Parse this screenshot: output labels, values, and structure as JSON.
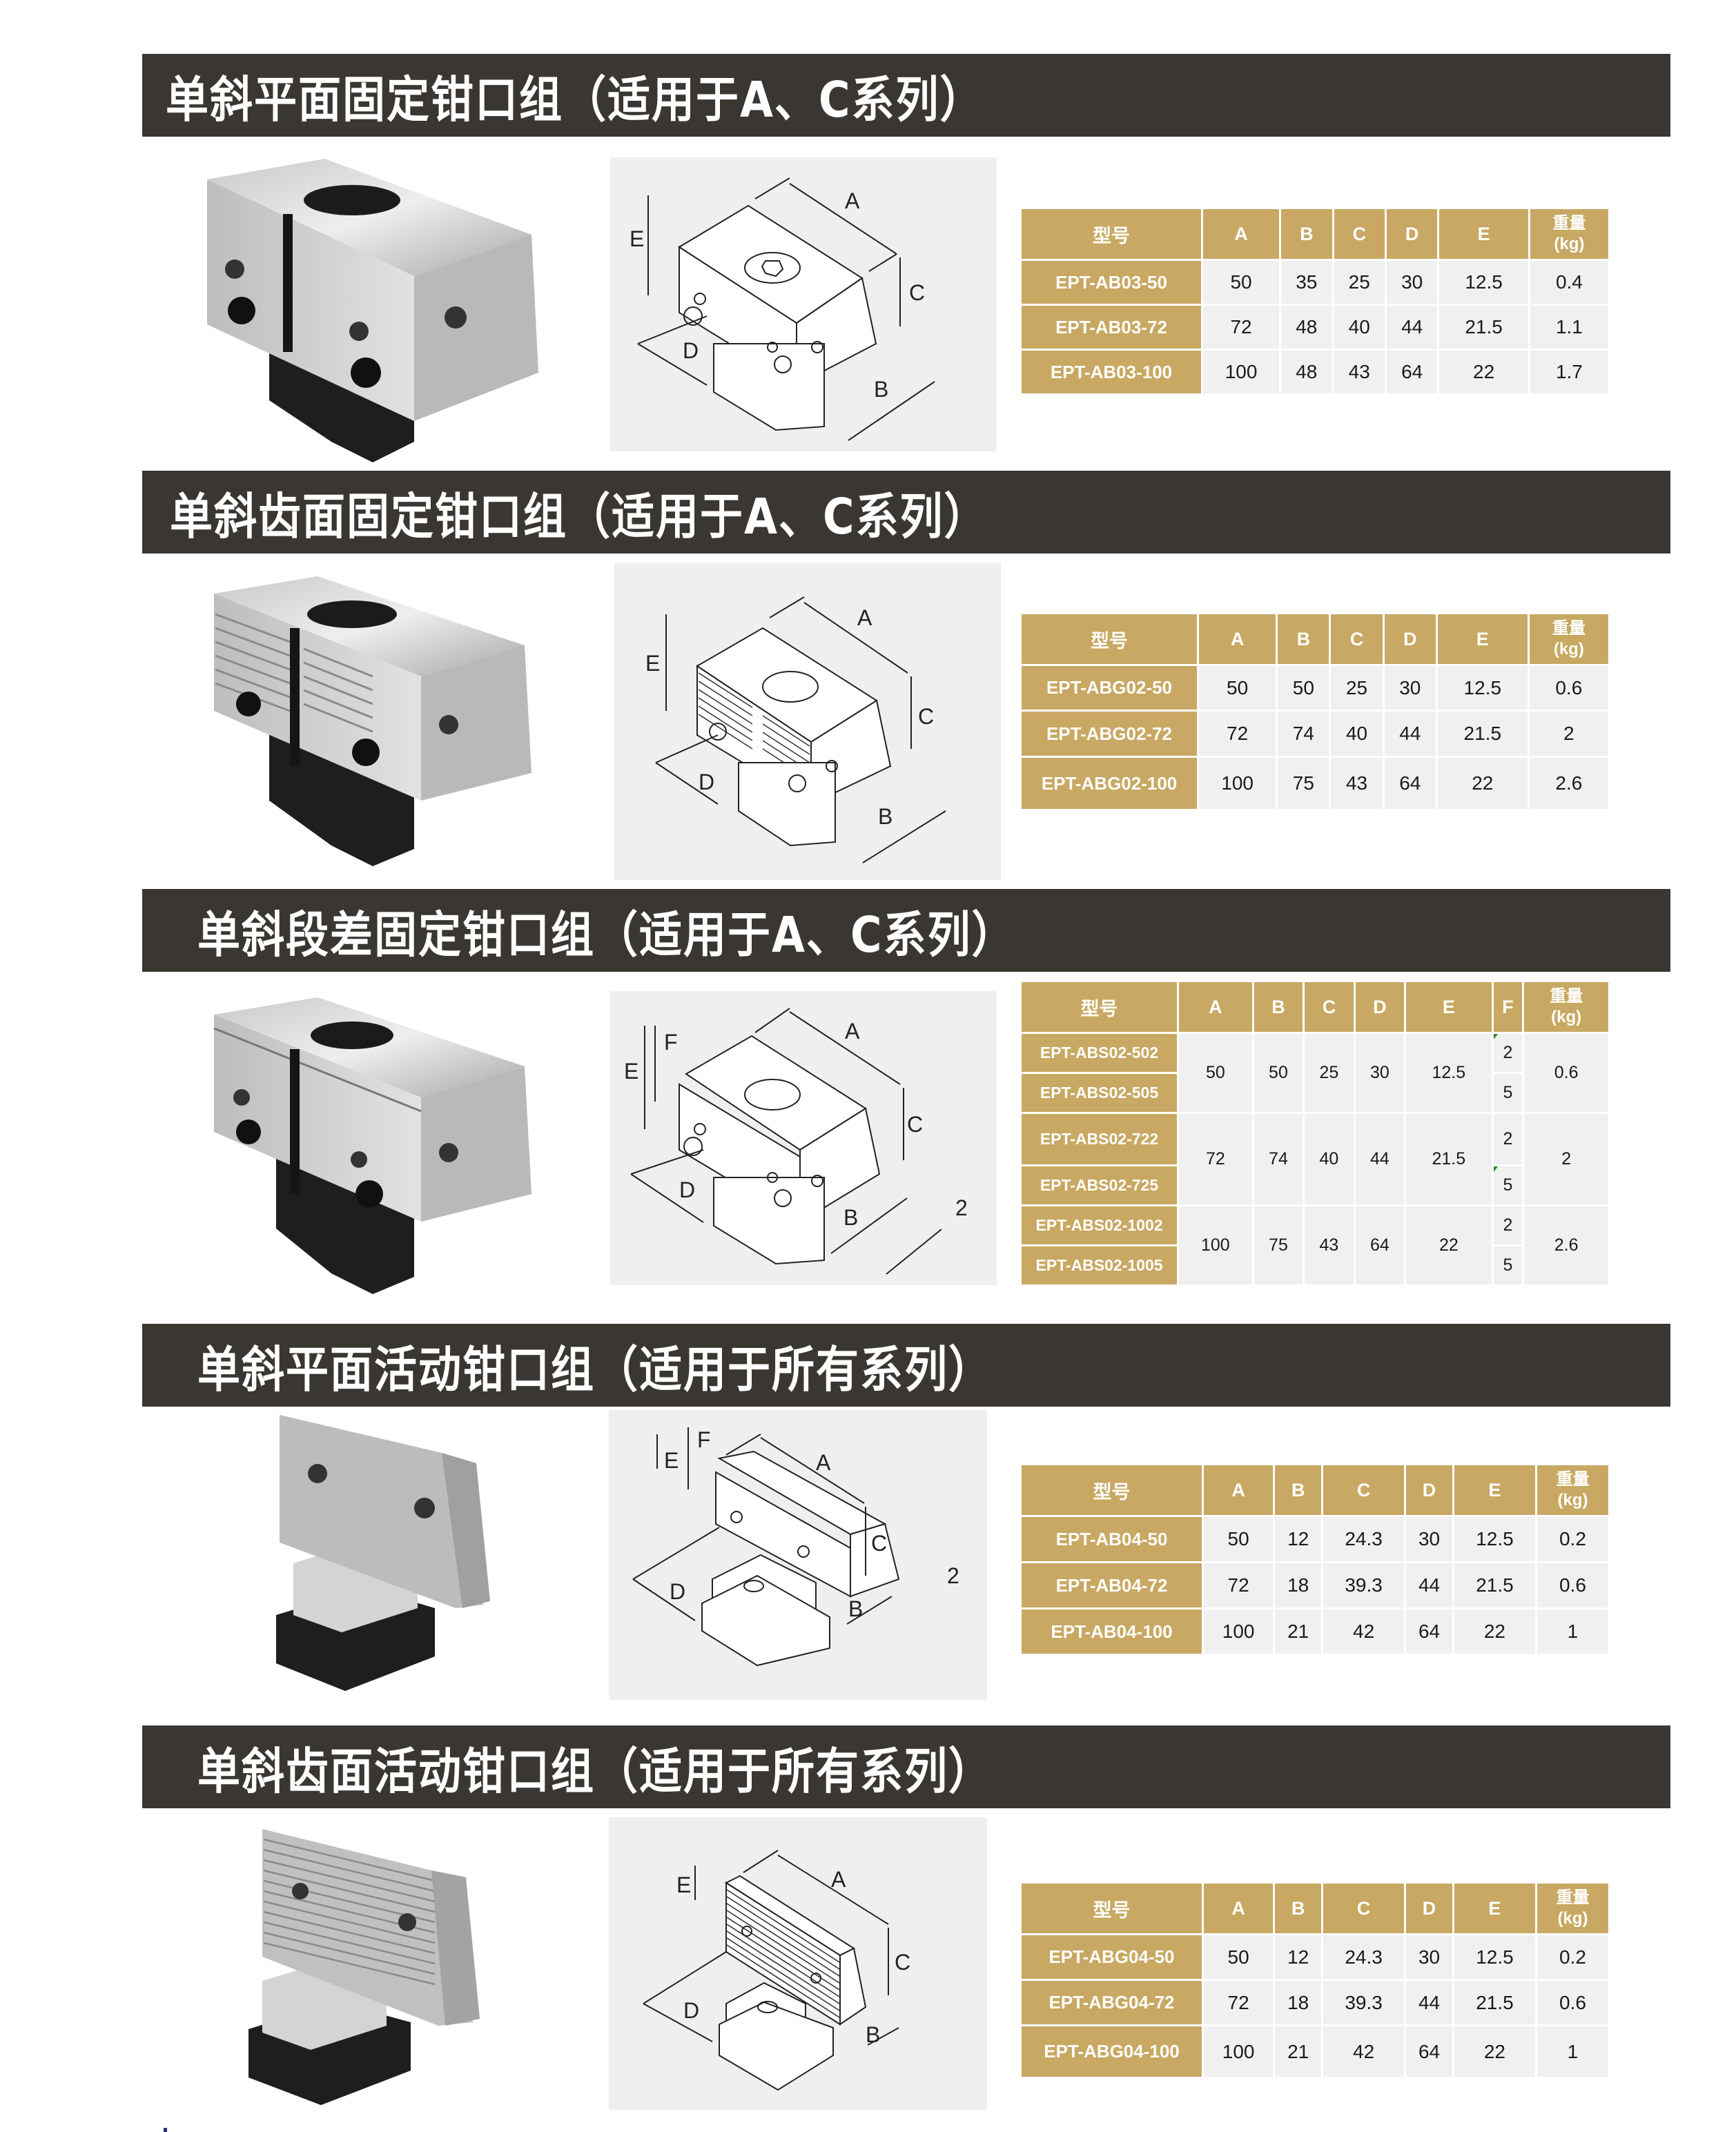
{
  "sections": [
    {
      "title": "单斜平面固定钳口组（适用于A、C系列）",
      "diagram_labels": [
        "A",
        "B",
        "C",
        "D",
        "E"
      ],
      "table": {
        "headers": [
          "型号",
          "A",
          "B",
          "C",
          "D",
          "E",
          "重量",
          "(kg)"
        ],
        "rows": [
          {
            "model": "EPT-AB03-50",
            "A": "50",
            "B": "35",
            "C": "25",
            "D": "30",
            "E": "12.5",
            "weight": "0.4"
          },
          {
            "model": "EPT-AB03-72",
            "A": "72",
            "B": "48",
            "C": "40",
            "D": "44",
            "E": "21.5",
            "weight": "1.1"
          },
          {
            "model": "EPT-AB03-100",
            "A": "100",
            "B": "48",
            "C": "43",
            "D": "64",
            "E": "22",
            "weight": "1.7"
          }
        ]
      }
    },
    {
      "title": "单斜齿面固定钳口组（适用于A、C系列）",
      "diagram_labels": [
        "A",
        "B",
        "C",
        "D",
        "E"
      ],
      "table": {
        "headers": [
          "型号",
          "A",
          "B",
          "C",
          "D",
          "E",
          "重量",
          "(kg)"
        ],
        "rows": [
          {
            "model": "EPT-ABG02-50",
            "A": "50",
            "B": "50",
            "C": "25",
            "D": "30",
            "E": "12.5",
            "weight": "0.6"
          },
          {
            "model": "EPT-ABG02-72",
            "A": "72",
            "B": "74",
            "C": "40",
            "D": "44",
            "E": "21.5",
            "weight": "2"
          },
          {
            "model": "EPT-ABG02-100",
            "A": "100",
            "B": "75",
            "C": "43",
            "D": "64",
            "E": "22",
            "weight": "2.6"
          }
        ]
      }
    },
    {
      "title": "单斜段差固定钳口组（适用于A、C系列）",
      "diagram_labels": [
        "A",
        "B",
        "C",
        "D",
        "E",
        "F",
        "2"
      ],
      "table": {
        "headers": [
          "型号",
          "A",
          "B",
          "C",
          "D",
          "E",
          "F",
          "重量",
          "(kg)"
        ],
        "groups": [
          {
            "A": "50",
            "B": "50",
            "C": "25",
            "D": "30",
            "E": "12.5",
            "weight": "0.6",
            "variants": [
              {
                "model": "EPT-ABS02-502",
                "F": "2"
              },
              {
                "model": "EPT-ABS02-505",
                "F": "5"
              }
            ]
          },
          {
            "A": "72",
            "B": "74",
            "C": "40",
            "D": "44",
            "E": "21.5",
            "weight": "2",
            "variants": [
              {
                "model": "EPT-ABS02-722",
                "F": "2"
              },
              {
                "model": "EPT-ABS02-725",
                "F": "5"
              }
            ]
          },
          {
            "A": "100",
            "B": "75",
            "C": "43",
            "D": "64",
            "E": "22",
            "weight": "2.6",
            "variants": [
              {
                "model": "EPT-ABS02-1002",
                "F": "2"
              },
              {
                "model": "EPT-ABS02-1005",
                "F": "5"
              }
            ]
          }
        ]
      }
    },
    {
      "title": "单斜平面活动钳口组（适用于所有系列）",
      "diagram_labels": [
        "A",
        "B",
        "C",
        "D",
        "E",
        "F",
        "2"
      ],
      "table": {
        "headers": [
          "型号",
          "A",
          "B",
          "C",
          "D",
          "E",
          "重量",
          "(kg)"
        ],
        "rows": [
          {
            "model": "EPT-AB04-50",
            "A": "50",
            "B": "12",
            "C": "24.3",
            "D": "30",
            "E": "12.5",
            "weight": "0.2"
          },
          {
            "model": "EPT-AB04-72",
            "A": "72",
            "B": "18",
            "C": "39.3",
            "D": "44",
            "E": "21.5",
            "weight": "0.6"
          },
          {
            "model": "EPT-AB04-100",
            "A": "100",
            "B": "21",
            "C": "42",
            "D": "64",
            "E": "22",
            "weight": "1"
          }
        ]
      }
    },
    {
      "title": "单斜齿面活动钳口组（适用于所有系列）",
      "diagram_labels": [
        "A",
        "B",
        "C",
        "D",
        "E"
      ],
      "table": {
        "headers": [
          "型号",
          "A",
          "B",
          "C",
          "D",
          "E",
          "重量",
          "(kg)"
        ],
        "rows": [
          {
            "model": "EPT-ABG04-50",
            "A": "50",
            "B": "12",
            "C": "24.3",
            "D": "30",
            "E": "12.5",
            "weight": "0.2"
          },
          {
            "model": "EPT-ABG04-72",
            "A": "72",
            "B": "18",
            "C": "39.3",
            "D": "44",
            "E": "21.5",
            "weight": "0.6"
          },
          {
            "model": "EPT-ABG04-100",
            "A": "100",
            "B": "21",
            "C": "42",
            "D": "64",
            "E": "22",
            "weight": "1"
          }
        ]
      }
    }
  ],
  "colors": {
    "header_bar": "#3a3732",
    "table_gold": "#c8a862",
    "table_cell": "#f0f0f0",
    "diagram_bg": "#efefef"
  }
}
